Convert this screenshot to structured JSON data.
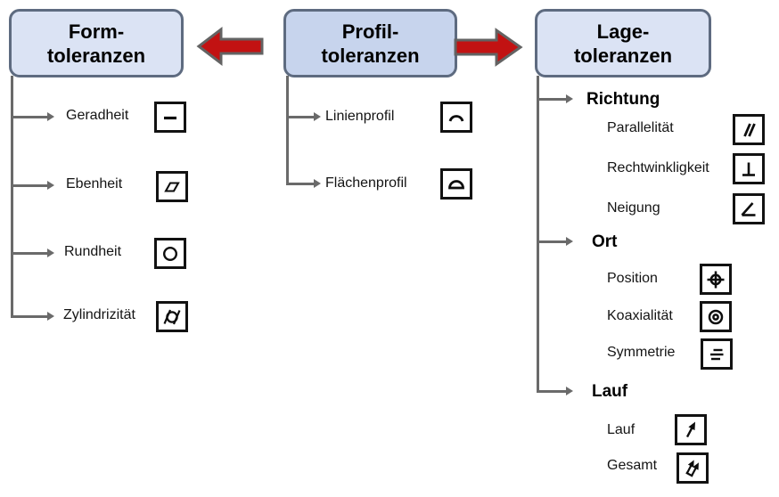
{
  "headers": [
    {
      "id": "form",
      "line1": "Form-",
      "line2": "toleranzen"
    },
    {
      "id": "profil",
      "line1": "Profil-",
      "line2": "toleranzen"
    },
    {
      "id": "lage",
      "line1": "Lage-",
      "line2": "toleranzen"
    }
  ],
  "form_items": [
    {
      "label": "Geradheit",
      "icon": "straightness-icon"
    },
    {
      "label": "Ebenheit",
      "icon": "flatness-icon"
    },
    {
      "label": "Rundheit",
      "icon": "roundness-icon"
    },
    {
      "label": "Zylindrizität",
      "icon": "cylindricity-icon"
    }
  ],
  "profil_items": [
    {
      "label": "Linienprofil",
      "icon": "line-profile-icon"
    },
    {
      "label": "Flächenprofil",
      "icon": "surface-profile-icon"
    }
  ],
  "lage_groups": [
    {
      "title": "Richtung",
      "items": [
        {
          "label": "Parallelität",
          "icon": "parallelism-icon"
        },
        {
          "label": "Rechtwinkligkeit",
          "icon": "perpendicularity-icon"
        },
        {
          "label": "Neigung",
          "icon": "angularity-icon"
        }
      ]
    },
    {
      "title": "Ort",
      "items": [
        {
          "label": "Position",
          "icon": "position-icon"
        },
        {
          "label": "Koaxialität",
          "icon": "concentricity-icon"
        },
        {
          "label": "Symmetrie",
          "icon": "symmetry-icon"
        }
      ]
    },
    {
      "title": "Lauf",
      "items": [
        {
          "label": "Lauf",
          "icon": "runout-icon"
        },
        {
          "label": "Gesamt",
          "icon": "total-runout-icon"
        }
      ]
    }
  ],
  "colors": {
    "accent_red": "#c21212",
    "arrow_outline": "#636363",
    "box_border": "#5e6b80",
    "box_fill_light": "#dbe3f4",
    "box_fill_profil": "#c7d4ed",
    "tree_line": "#6a6a6a",
    "symbol_ink": "#0d0d0d"
  }
}
